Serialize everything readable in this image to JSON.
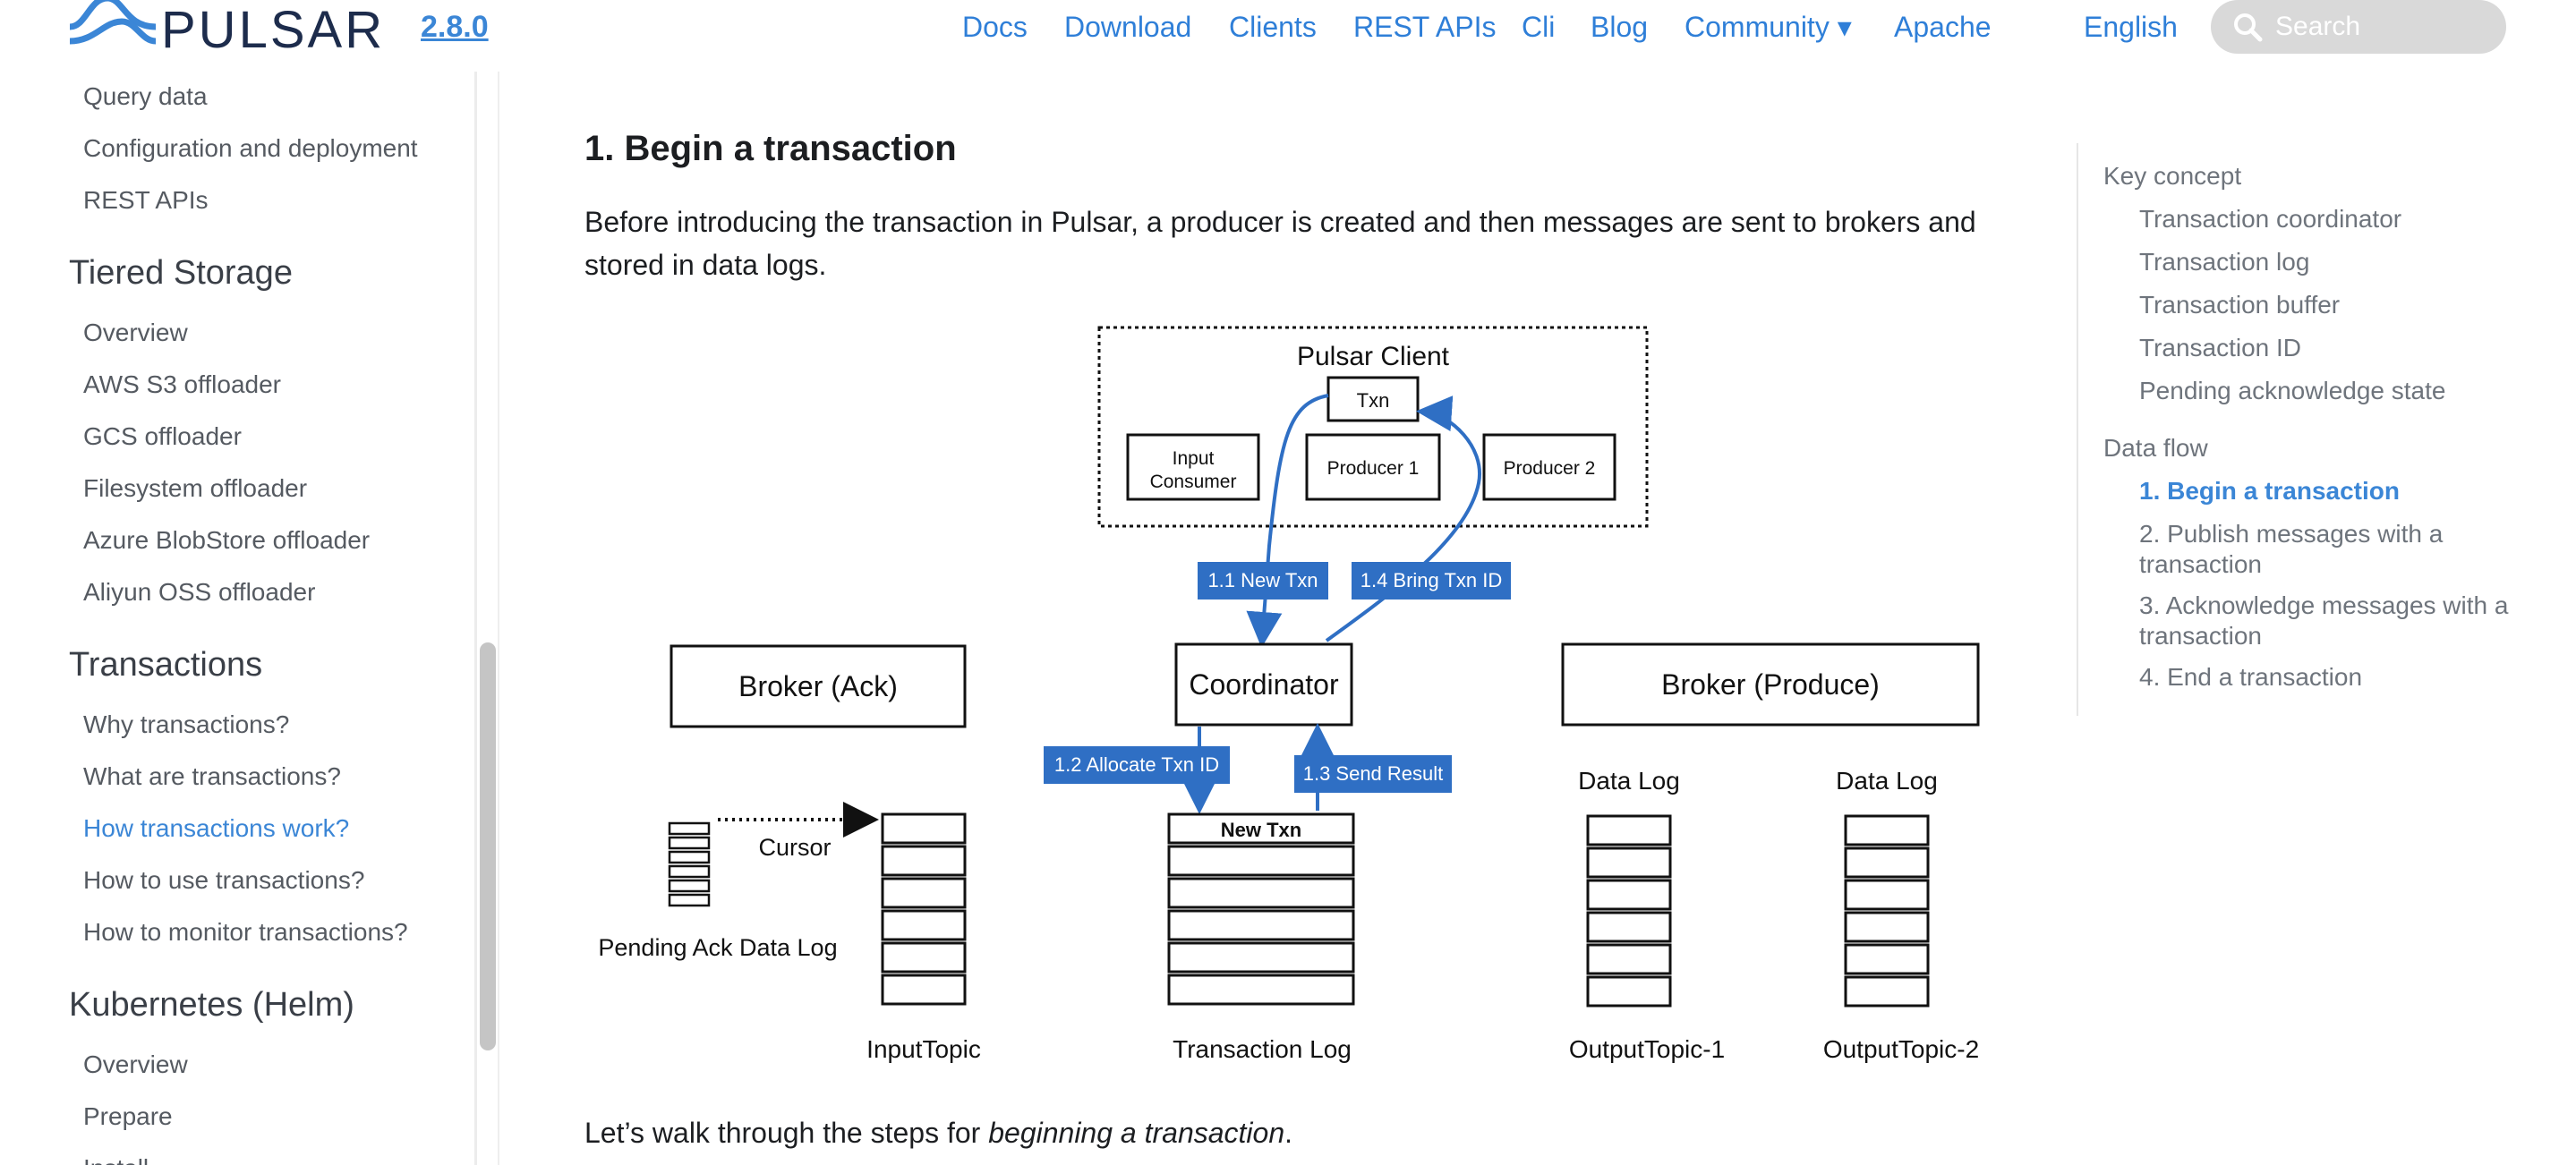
{
  "header": {
    "logo_text": "PULSAR",
    "version": "2.8.0",
    "nav": [
      "Docs",
      "Download",
      "Clients",
      "REST APIs",
      "Cli",
      "Blog",
      "Community ▾",
      "Apache"
    ],
    "language": "English",
    "search_placeholder": "Search"
  },
  "sidebar": {
    "items_top": [
      "Query data",
      "Configuration and deployment",
      "REST APIs"
    ],
    "sections": [
      {
        "title": "Tiered Storage",
        "items": [
          "Overview",
          "AWS S3 offloader",
          "GCS offloader",
          "Filesystem offloader",
          "Azure BlobStore offloader",
          "Aliyun OSS offloader"
        ]
      },
      {
        "title": "Transactions",
        "items": [
          "Why transactions?",
          "What are transactions?",
          "How transactions work?",
          "How to use transactions?",
          "How to monitor transactions?"
        ],
        "active_index": 2
      },
      {
        "title": "Kubernetes (Helm)",
        "items": [
          "Overview",
          "Prepare",
          "Install"
        ]
      }
    ]
  },
  "main": {
    "title": "1. Begin a transaction",
    "intro": "Before introducing the transaction in Pulsar, a producer is created and then messages are sent to brokers and stored in data logs.",
    "outro_prefix": "Let’s walk through the steps for ",
    "outro_emphasis": "beginning a transaction",
    "outro_suffix": "."
  },
  "diagram": {
    "client_title": "Pulsar Client",
    "txn": "Txn",
    "input_consumer_line1": "Input",
    "input_consumer_line2": "Consumer",
    "producer1": "Producer 1",
    "producer2": "Producer 2",
    "step_new_txn": "1.1 New Txn",
    "step_bring_txn_id": "1.4 Bring Txn ID",
    "step_allocate": "1.2 Allocate Txn ID",
    "step_send_result": "1.3 Send Result",
    "broker_ack": "Broker (Ack)",
    "coordinator": "Coordinator",
    "broker_produce": "Broker (Produce)",
    "cursor": "Cursor",
    "pending_ack_log": "Pending Ack Data Log",
    "new_txn": "New Txn",
    "data_log_1": "Data Log",
    "data_log_2": "Data Log",
    "input_topic": "InputTopic",
    "transaction_log": "Transaction Log",
    "output_topic_1": "OutputTopic-1",
    "output_topic_2": "OutputTopic-2",
    "label_color": "#2f6fc4"
  },
  "toc": {
    "key_concept": "Key concept",
    "key_items": [
      "Transaction coordinator",
      "Transaction log",
      "Transaction buffer",
      "Transaction ID",
      "Pending acknowledge state"
    ],
    "data_flow": "Data flow",
    "flow_items": [
      "1. Begin a transaction",
      "2. Publish messages with a transaction",
      "3. Acknowledge messages with a transaction",
      "4. End a transaction"
    ],
    "active_index": 0
  },
  "colors": {
    "link": "#3b86d6",
    "nav": "#2f7fd8",
    "logo": "#1d2c4c",
    "search_bg": "#d9d9d9"
  }
}
